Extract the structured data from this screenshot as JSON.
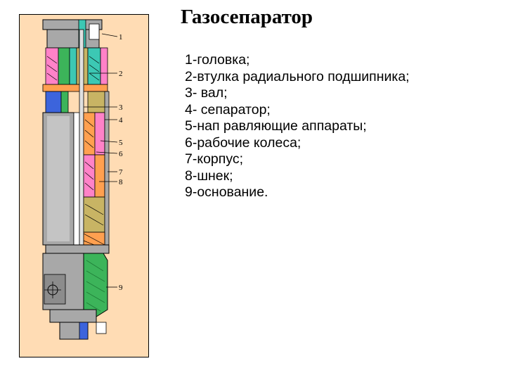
{
  "title": "Газосепаратор",
  "legend": [
    "1-головка;",
    "2-втулка радиального подшипника;",
    "3- вал;",
    "4- сепаратор;",
    "5-нап равляющие аппараты;",
    "6-рабочие колеса;",
    "7-корпус;",
    "8-шнек;",
    "9-основание."
  ],
  "callouts": [
    "1",
    "2",
    "3",
    "4",
    "5",
    "6",
    "7",
    "8",
    "9"
  ],
  "colors": {
    "frame_background": "#ffdcb4",
    "body_gray": "#a8a8a8",
    "teal": "#3cc8b4",
    "green": "#3cb45a",
    "pink": "#ff82c8",
    "blue": "#3c64dc",
    "olive": "#c8b464",
    "orange": "#ffa050"
  }
}
